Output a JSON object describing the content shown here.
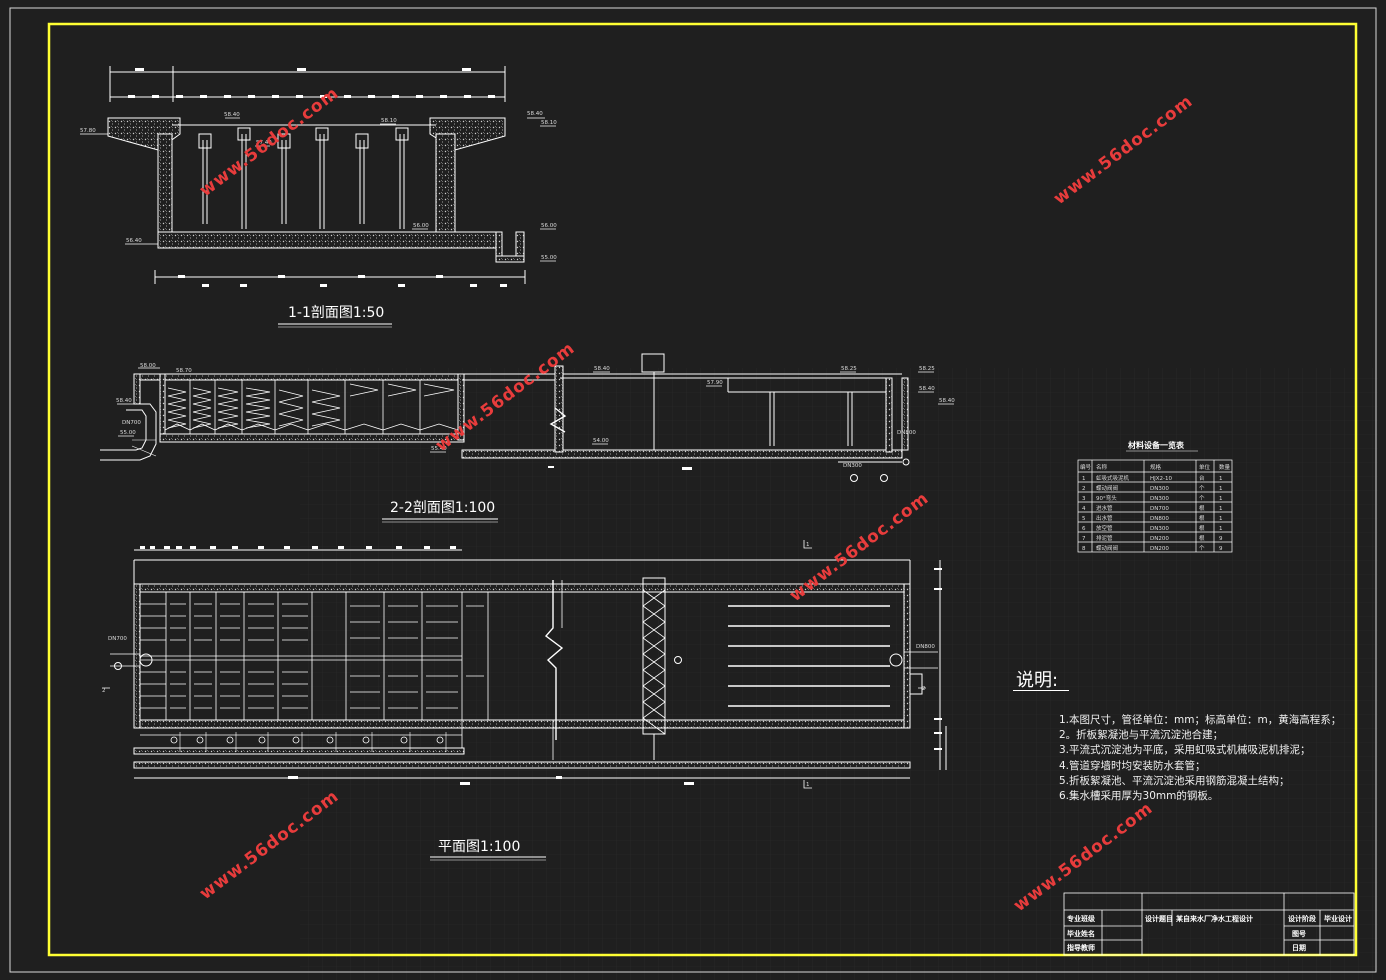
{
  "section_1_title": "1-1剖面图1:50",
  "section_2_title": "2-2剖面图1:100",
  "plan_title": "平面图1:100",
  "notes": {
    "title": "说明:",
    "items": [
      "1.本图尺寸，管径单位：mm；标高单位：m，黄海高程系；",
      "2。折板絮凝池与平流沉淀池合建；",
      "3.平流式沉淀池为平底，采用虹吸式机械吸泥机排泥；",
      "4.管道穿墙时均安装防水套管；",
      "5.折板絮凝池、平流沉淀池采用钢筋混凝土结构；",
      "6.集水槽采用厚为30mm的钢板。"
    ]
  },
  "materials_table": {
    "title": "材料设备一览表",
    "headers": [
      "编号",
      "名称",
      "规格",
      "单位",
      "数量"
    ],
    "rows": [
      [
        "1",
        "虹吸式吸泥机",
        "HJX2-10",
        "台",
        "1"
      ],
      [
        "2",
        "蝶动阀阀",
        "DN300",
        "个",
        "1"
      ],
      [
        "3",
        "90°弯头",
        "DN300",
        "个",
        "1"
      ],
      [
        "4",
        "进水管",
        "DN700",
        "根",
        "1"
      ],
      [
        "5",
        "出水管",
        "DN800",
        "根",
        "1"
      ],
      [
        "6",
        "放空管",
        "DN300",
        "根",
        "1"
      ],
      [
        "7",
        "排泥管",
        "DN200",
        "根",
        "9"
      ],
      [
        "8",
        "蝶动阀阀",
        "DN200",
        "个",
        "9"
      ]
    ]
  },
  "pipe_labels": {
    "inlet": "DN700",
    "outlet": "DN800",
    "drain": "DN300"
  },
  "title_block": {
    "rows": [
      "专业班级",
      "毕业姓名",
      "指导教师"
    ],
    "project_label": "设计题目",
    "project_name": "某自来水厂净水工程设计",
    "design_label": "设计阶段",
    "design_value": "毕业设计",
    "drawing_no_label": "图号",
    "date_label": "日期"
  },
  "watermark_text": "www.56doc.com",
  "colors": {
    "background": "#1f1f1f",
    "frame": "#ffff33",
    "lines": "#ffffff",
    "watermark": "#e83c3c"
  }
}
